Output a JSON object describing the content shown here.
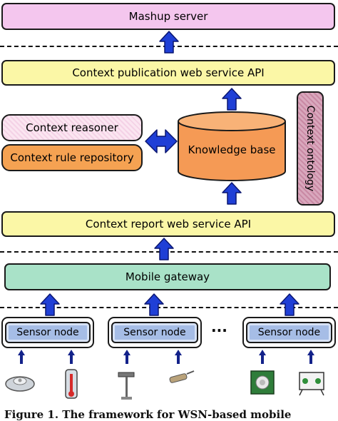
{
  "layers": {
    "mashup_server": "Mashup server",
    "context_publication_api": "Context publication web service API",
    "context_reasoner": "Context reasoner",
    "context_rule_repository": "Context rule repository",
    "knowledge_base": "Knowledge base",
    "context_ontology": "Context ontology",
    "context_report_api": "Context report web service API",
    "mobile_gateway": "Mobile gateway"
  },
  "sensor_nodes": [
    "Sensor node",
    "Sensor node",
    "Sensor node"
  ],
  "ellipsis": "...",
  "caption": "Figure 1. The framework for WSN-based mobile",
  "colors": {
    "mashup": "#f4c6ee",
    "api": "#fbf7a6",
    "gateway": "#a9e2c8",
    "knowledge": "#f59a55",
    "sensor": "#a6bde6",
    "arrow": "#1f3fd6"
  }
}
